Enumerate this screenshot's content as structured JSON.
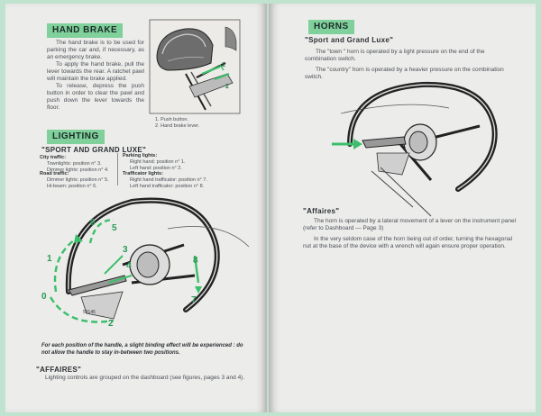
{
  "left_page": {
    "hand_brake": {
      "title": "HAND BRAKE",
      "paragraphs": [
        "The hand brake is to be used for parking the car and, if necessary, as an emergency brake.",
        "To apply the hand brake, pull the lever towards the rear. A ratchet pawl will maintain the brake applied.",
        "To release, depress the push button in order to clear the pawl and push down the lever towards the floor."
      ],
      "captions": [
        "1. Push button.",
        "2. Hand brake lever."
      ],
      "figure_label_1": "1",
      "figure_label_2": "2"
    },
    "lighting": {
      "title": "LIGHTING",
      "subtitle": "\"SPORT AND GRAND LUXE\"",
      "city_title": "City traffic:",
      "city_lines": [
        "Townlights: position n° 3.",
        "Dimmer lights: position n° 4."
      ],
      "road_title": "Road traffic:",
      "road_lines": [
        "Dimmer lights: position n° 5.",
        "Hi-beam: position n° 6."
      ],
      "parking_title": "Parking lights:",
      "parking_lines": [
        "Right hand: position n° 1.",
        "Left hand: position n° 2."
      ],
      "trafficator_title": "Trafficator lights:",
      "trafficator_lines": [
        "Right hand trafficator: position n° 7.",
        "Left hand trafficator: position n° 8."
      ],
      "diagram_numbers": [
        "0",
        "1",
        "2",
        "3",
        "4",
        "5",
        "6",
        "7",
        "8"
      ],
      "diagram_code": "53145",
      "warning": "For each position of the handle, a slight binding effect will be experienced : do not allow the handle to stay in-between two positions."
    },
    "affaires": {
      "title": "\"AFFAIRES\"",
      "text": "Lighting controls are grouped on the dashboard (see figures, pages 3 and 4)."
    }
  },
  "right_page": {
    "horns": {
      "title": "HORNS",
      "subtitle": "\"Sport and Grand Luxe\"",
      "paragraphs": [
        "The \"town \" horn is operated by a light pressure on the end of the combination switch.",
        "The \"country\" horn is operated by a heavier pressure on the combination switch."
      ]
    },
    "affaires": {
      "title": "\"Affaires\"",
      "paragraphs": [
        "The horn is operated by a lateral movement of a lever on the instrument panel (refer to Dashboard — Page 3)",
        "In the very seldom case of the horn being out of order, turning the hexagonal nut at the base of the device with a wrench will again ensure proper operation."
      ]
    }
  },
  "colors": {
    "accent_green": "#7fd09a",
    "diagram_green": "#3bbf6a",
    "paper": "#ececea"
  }
}
